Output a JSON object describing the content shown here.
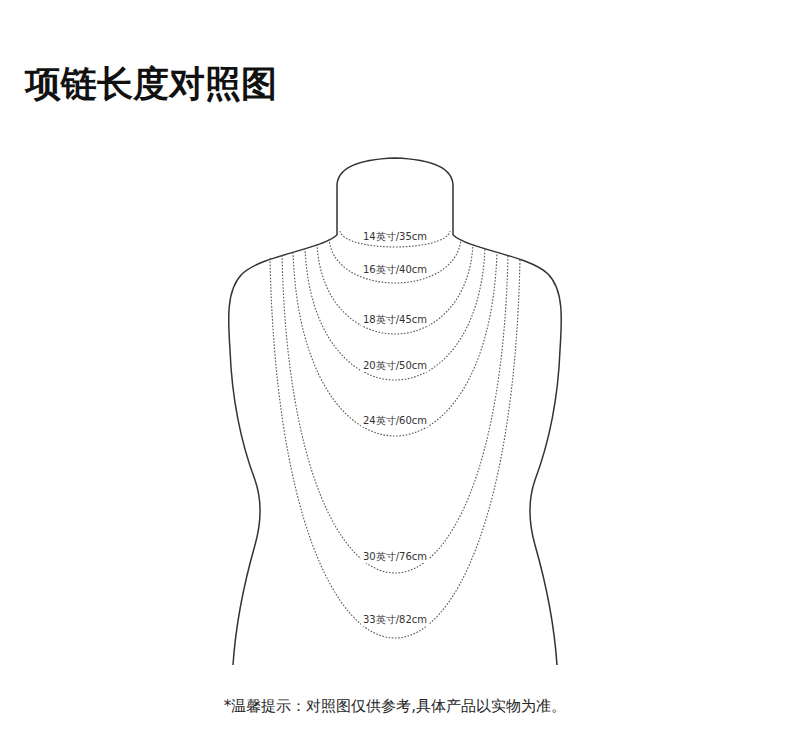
{
  "diagram": {
    "title": "项链长度对照图",
    "labels": [
      "14英寸/35cm",
      "16英寸/40cm",
      "18英寸/45cm",
      "20英寸/50cm",
      "24英寸/60cm",
      "30英寸/76cm",
      "33英寸/82cm",
      "*温馨提示：对照图仅供参考,具体产品以实物为准。"
    ]
  }
}
